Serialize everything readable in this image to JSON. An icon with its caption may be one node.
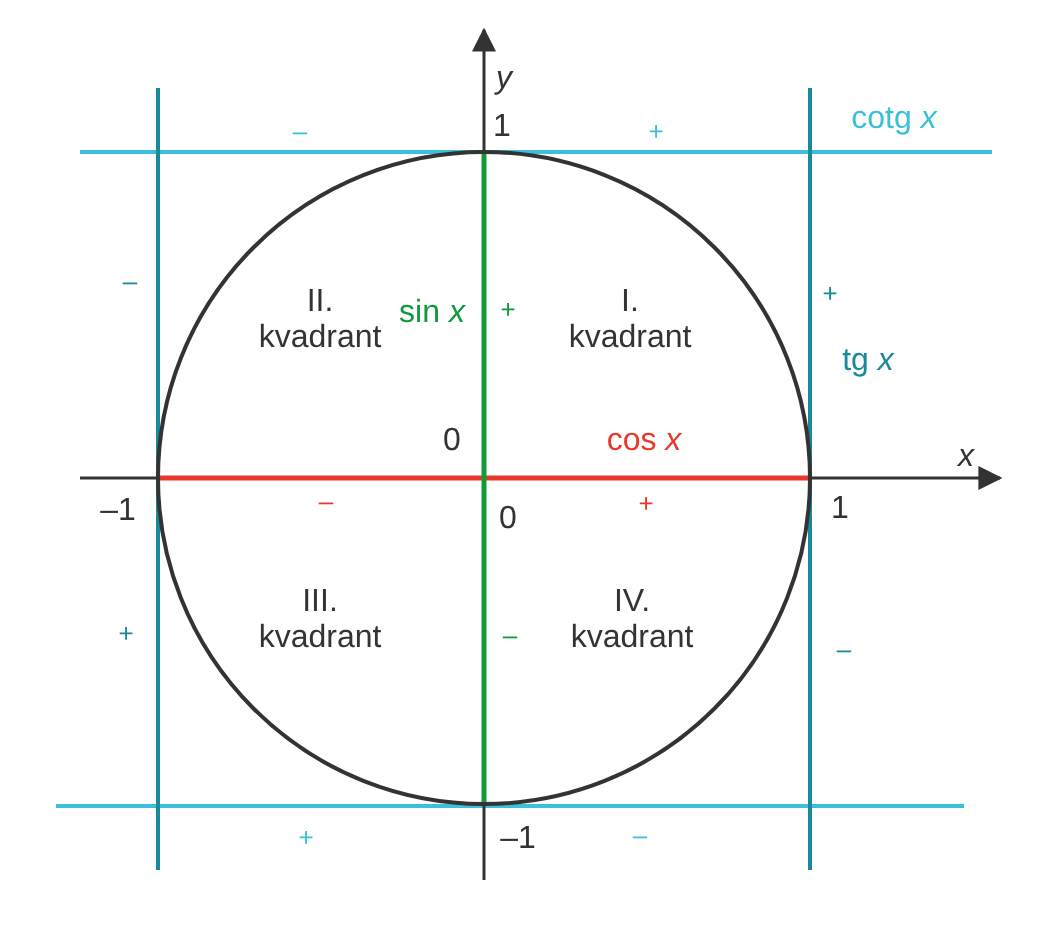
{
  "diagram": {
    "labels": [
      "y",
      "–",
      "1",
      "+",
      "cotg *x*",
      "–",
      "II. kvadrant",
      "sin *x*",
      "+",
      "I. kvadrant",
      "+",
      "tg *x*",
      "0",
      "cos *x*",
      "x",
      "–1",
      "–",
      "0",
      "+",
      "1",
      "III. kvadrant",
      "+",
      "–",
      "IV. kvadrant",
      "–",
      "+",
      "–1",
      "–"
    ]
  }
}
